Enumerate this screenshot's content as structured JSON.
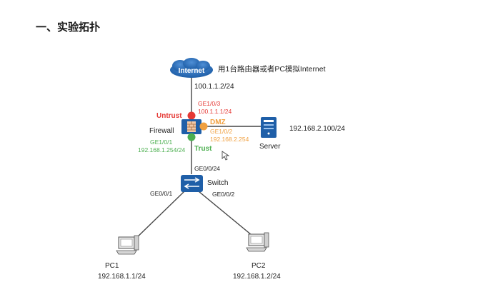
{
  "heading": "一、实验拓扑",
  "internet": {
    "label": "Internet",
    "note": "用1台路由器或者PC模拟Internet",
    "ip": "100.1.1.2/24"
  },
  "firewall": {
    "label": "Firewall",
    "untrust": {
      "zone": "Untrust",
      "port": "GE1/0/3",
      "ip": "100.1.1.1/24",
      "color": "#e53935"
    },
    "dmz": {
      "zone": "DMZ",
      "port": "GE1/0/2",
      "ip": "192.168.2.254",
      "color": "#f0a040"
    },
    "trust": {
      "zone": "Trust",
      "port": "GE1/0/1",
      "ip": "192.168.1.254/24",
      "color": "#4caf50"
    }
  },
  "server": {
    "label": "Server",
    "ip": "192.168.2.100/24"
  },
  "switch": {
    "label": "Switch",
    "uplink_port": "GE0/0/24",
    "port_pc1": "GE0/0/1",
    "port_pc2": "GE0/0/2"
  },
  "pc1": {
    "label": "PC1",
    "ip": "192.168.1.1/24"
  },
  "pc2": {
    "label": "PC2",
    "ip": "192.168.1.2/24"
  },
  "colors": {
    "device_blue": "#1f5fa8",
    "link": "#444444"
  }
}
